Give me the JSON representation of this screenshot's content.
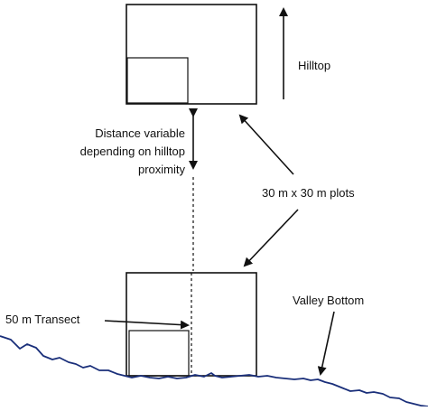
{
  "labels": {
    "hilltop": "Hilltop",
    "distance_line1": "Distance variable",
    "distance_line2": "depending on hilltop",
    "distance_line3": "proximity",
    "plots": "30 m x 30 m plots",
    "valley_bottom": "Valley Bottom",
    "transect": "50 m Transect"
  },
  "colors": {
    "stroke": "#111111",
    "ground": "#1a2f7a",
    "background": "#ffffff"
  }
}
